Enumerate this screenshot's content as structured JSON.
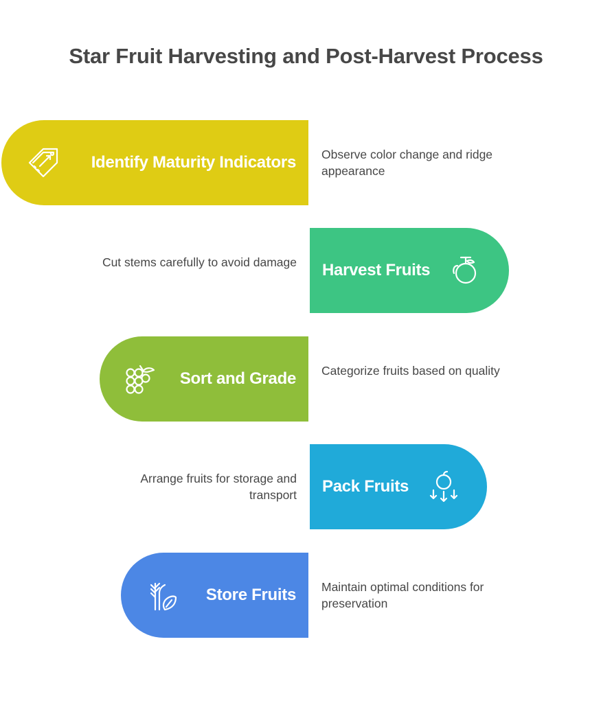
{
  "title": "Star Fruit Harvesting and Post-Harvest Process",
  "steps": [
    {
      "label": "Identify Maturity Indicators",
      "description": "Observe color change and ridge appearance",
      "color": "#DFCC14",
      "icon": "price-tag-icon"
    },
    {
      "label": "Harvest Fruits",
      "description": "Cut stems carefully to avoid damage",
      "color": "#3DC583",
      "icon": "apple-icon"
    },
    {
      "label": "Sort and Grade",
      "description": "Categorize fruits based on quality",
      "color": "#8FBE3A",
      "icon": "grapes-icon"
    },
    {
      "label": "Pack Fruits",
      "description": "Arrange fruits for storage and transport",
      "color": "#20AAD9",
      "icon": "falling-fruit-icon"
    },
    {
      "label": "Store Fruits",
      "description": "Maintain optimal conditions for preservation",
      "color": "#4C87E5",
      "icon": "plant-leaf-icon"
    }
  ]
}
